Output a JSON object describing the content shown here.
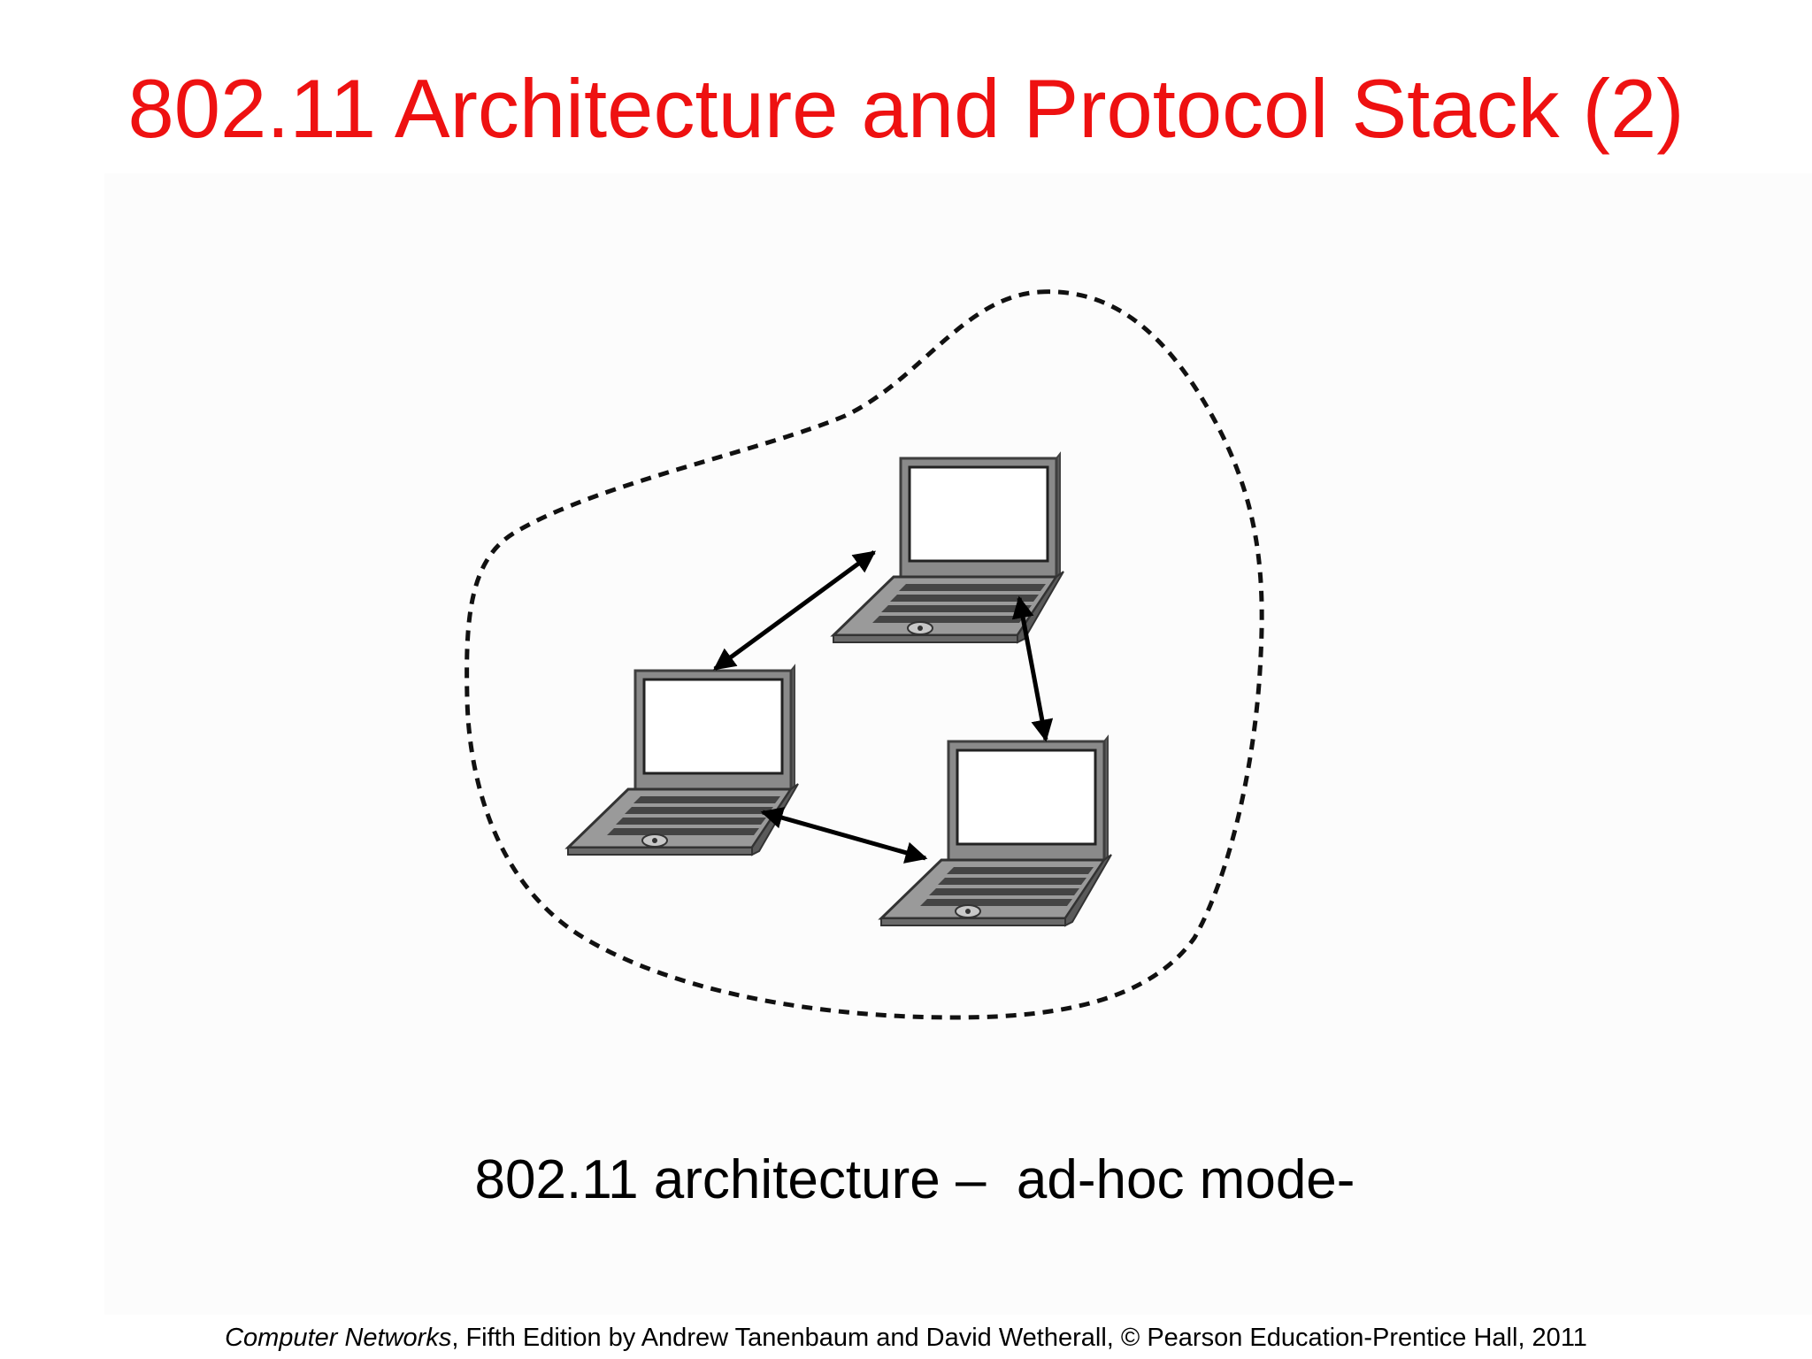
{
  "slide": {
    "title": "802.11 Architecture and Protocol Stack (2)",
    "caption": "802.11 architecture –  ad-hoc mode-",
    "footer": {
      "book_title": "Computer Networks",
      "rest": ", Fifth Edition by Andrew Tanenbaum and David Wetherall, © Pearson Education-Prentice Hall, 2011"
    }
  },
  "diagram": {
    "nodes": [
      {
        "id": "laptop-top",
        "icon": "laptop-icon"
      },
      {
        "id": "laptop-left",
        "icon": "laptop-icon"
      },
      {
        "id": "laptop-right",
        "icon": "laptop-icon"
      }
    ],
    "links": [
      {
        "from": "laptop-top",
        "to": "laptop-left",
        "direction": "bidirectional"
      },
      {
        "from": "laptop-top",
        "to": "laptop-right",
        "direction": "bidirectional"
      },
      {
        "from": "laptop-left",
        "to": "laptop-right",
        "direction": "bidirectional"
      }
    ],
    "boundary": "dashed"
  },
  "colors": {
    "title": "#ee1111",
    "text": "#000000",
    "laptop_body": "#8c8c8c",
    "laptop_dark": "#4a4a4a"
  }
}
